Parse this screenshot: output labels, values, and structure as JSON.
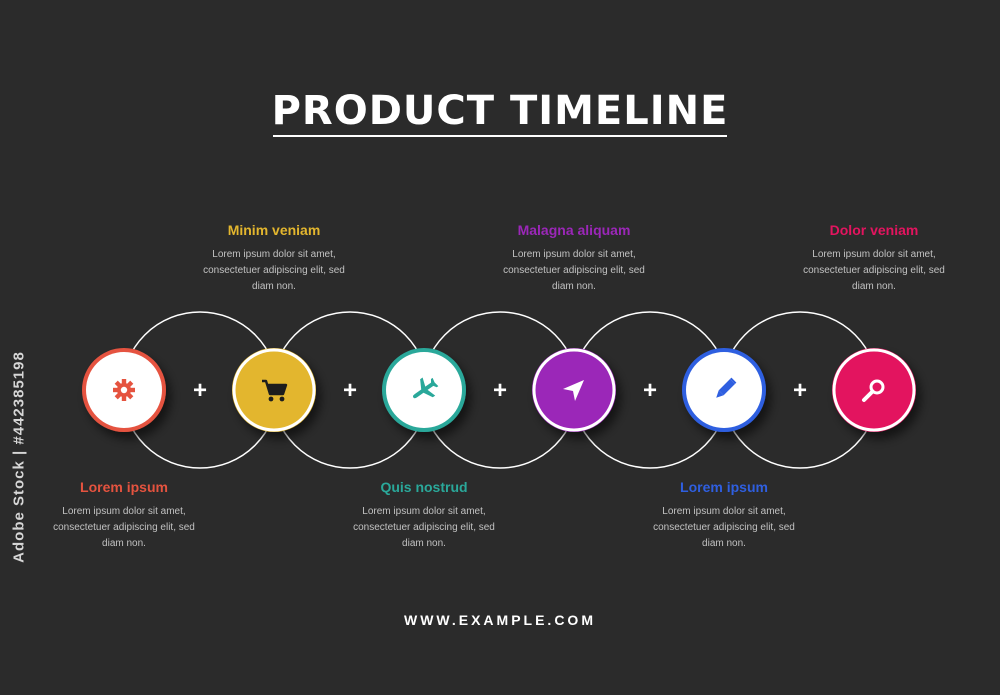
{
  "title": "PRODUCT TIMELINE",
  "footer_url": "WWW.EXAMPLE.COM",
  "side_id": "Adobe Stock | #442385198",
  "connector_symbol": "+",
  "steps": [
    {
      "icon": "gear-icon",
      "color": "#e5533f",
      "title": "Lorem ipsum",
      "text": "Lorem ipsum dolor sit amet, consectetuer adipiscing elit, sed diam non.",
      "position": "below"
    },
    {
      "icon": "cart-icon",
      "color": "#e3b62e",
      "title": "Minim veniam",
      "text": "Lorem ipsum dolor sit amet, consectetuer adipiscing elit, sed diam non.",
      "position": "above"
    },
    {
      "icon": "airplane-icon",
      "color": "#2aa89a",
      "title": "Quis nostrud",
      "text": "Lorem ipsum dolor sit amet, consectetuer adipiscing elit, sed diam non.",
      "position": "below"
    },
    {
      "icon": "navigation-icon",
      "color": "#9b27b8",
      "title": "Malagna aliquam",
      "text": "Lorem ipsum dolor sit amet, consectetuer adipiscing elit, sed diam non.",
      "position": "above"
    },
    {
      "icon": "pencil-icon",
      "color": "#2f5fe0",
      "title": "Lorem ipsum",
      "text": "Lorem ipsum dolor sit amet, consectetuer adipiscing elit, sed diam non.",
      "position": "below"
    },
    {
      "icon": "search-icon",
      "color": "#e3145f",
      "title": "Dolor veniam",
      "text": "Lorem ipsum dolor sit amet, consectetuer adipiscing elit, sed diam non.",
      "position": "above"
    }
  ]
}
